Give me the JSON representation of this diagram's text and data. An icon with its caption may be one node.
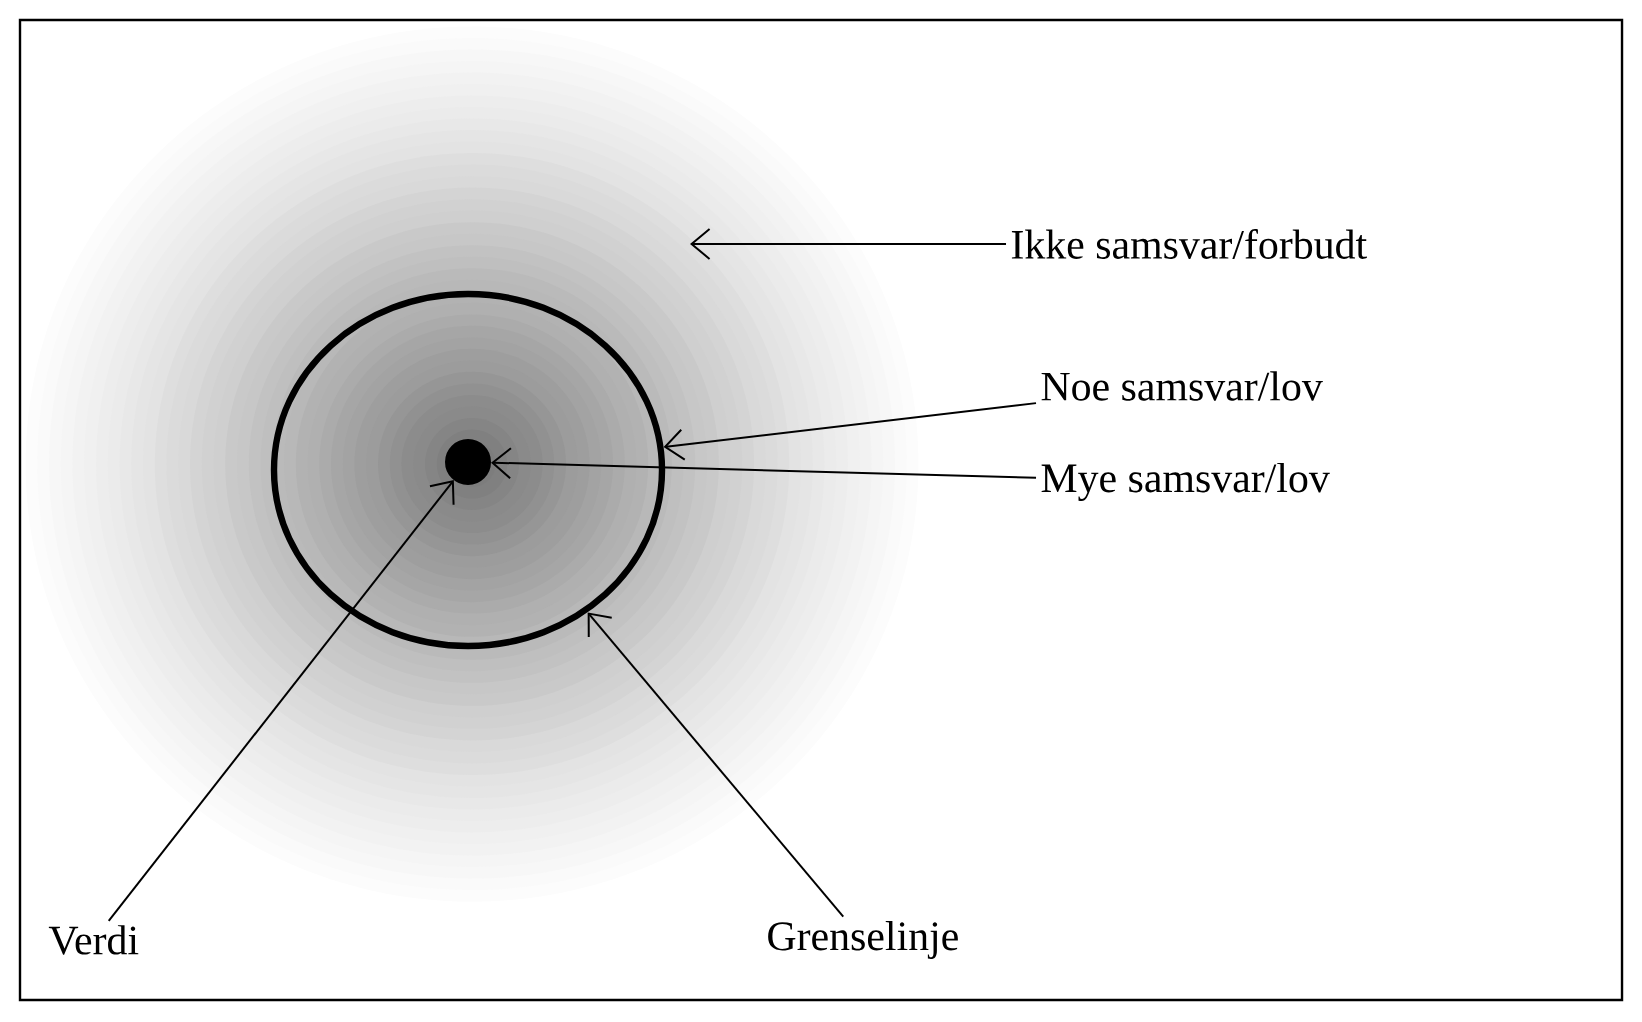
{
  "diagram": {
    "nodes": [
      {
        "text": [
          "Ikke samsvar/forbudt"
        ]
      },
      {
        "text": [
          "Noe samsvar/lov"
        ]
      },
      {
        "text": [
          "Mye samsvar/lov"
        ]
      },
      {
        "text": [
          "Verdi"
        ]
      },
      {
        "text": [
          "Grenselinje"
        ]
      },
      {
        "text": [],
        "shape": "circle"
      },
      {
        "text": [],
        "shape": "circle",
        "in": 5
      }
    ],
    "edges": [
      {
        "from": 0,
        "to": null,
        "arrow": "to"
      },
      {
        "from": 1,
        "to": 5,
        "arrow": "to"
      },
      {
        "from": 2,
        "to": 6,
        "arrow": "to"
      },
      {
        "from": 3,
        "to": 6,
        "arrow": "to"
      },
      {
        "from": 4,
        "to": 5,
        "arrow": "to"
      }
    ]
  }
}
